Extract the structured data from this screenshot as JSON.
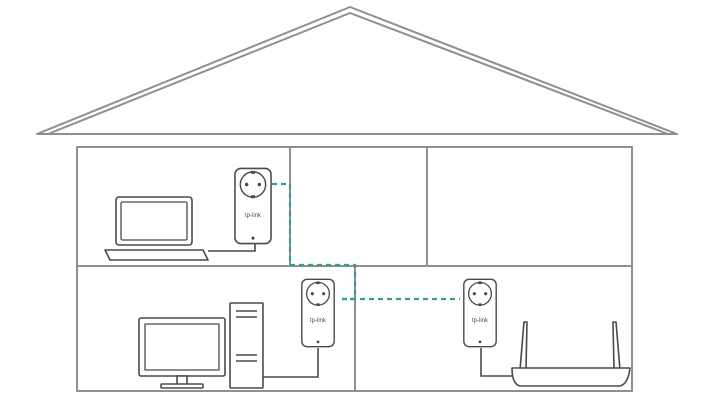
{
  "diagram": {
    "colors": {
      "outline": "#8f8f8f",
      "device_stroke": "#4a4a4a",
      "powerline_link": "#3a9a96",
      "background": "#ffffff"
    },
    "adapters": [
      {
        "id": "upstairs-left",
        "brand_label": "tp-link",
        "room": "upper-left"
      },
      {
        "id": "downstairs-left",
        "brand_label": "tp-link",
        "room": "lower-left"
      },
      {
        "id": "downstairs-right",
        "brand_label": "tp-link",
        "room": "lower-right"
      }
    ],
    "devices": [
      {
        "id": "laptop",
        "icon": "laptop-icon",
        "room": "upper-left"
      },
      {
        "id": "desktop-pc",
        "icon": "desktop-computer-icon",
        "room": "lower-left"
      },
      {
        "id": "router",
        "icon": "wifi-router-icon",
        "room": "lower-right"
      }
    ],
    "connections": [
      {
        "from": "upstairs-left",
        "to": "downstairs-left",
        "type": "powerline",
        "style": "dashed"
      },
      {
        "from": "downstairs-left",
        "to": "downstairs-right",
        "type": "powerline",
        "style": "dashed"
      },
      {
        "from": "laptop",
        "to": "upstairs-left",
        "type": "ethernet",
        "style": "solid"
      },
      {
        "from": "desktop-pc",
        "to": "downstairs-left",
        "type": "ethernet",
        "style": "solid"
      },
      {
        "from": "router",
        "to": "downstairs-right",
        "type": "ethernet",
        "style": "solid"
      }
    ]
  }
}
